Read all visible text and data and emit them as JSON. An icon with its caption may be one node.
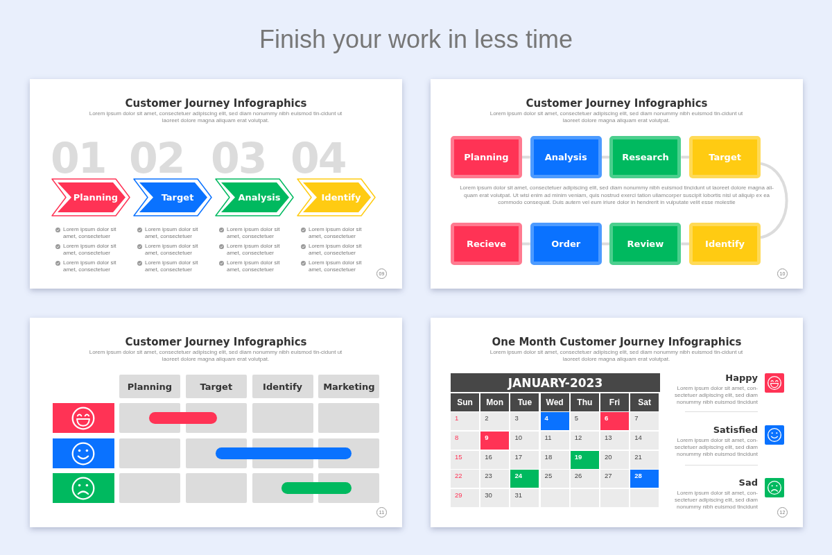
{
  "diagram": {
    "title": "Finish your work in less time",
    "nodes": [
      {
        "text": [
          "Customer Journey Infographics",
          "Lorem ipsum dolor sit amet, consectetuer adipiscing elit, sed diam nonummy nibh euismod tin-cidunt ut laoreet dolore magna aliquam erat volutpat."
        ]
      },
      {
        "text": [
          "Planning"
        ],
        "in": 0
      },
      {
        "text": [
          "Target"
        ],
        "in": 0
      },
      {
        "text": [
          "Analysis"
        ],
        "in": 0
      },
      {
        "text": [
          "Identify"
        ],
        "in": 0
      },
      {
        "text": [
          "Customer Journey Infographics",
          "Lorem ipsum dolor sit amet, consectetuer adipiscing elit, sed diam nonummy nibh euismod tin-cidunt ut laoreet dolore magna aliquam erat volutpat.",
          "Lorem ipsum dolor sit amet, consectetuer adipiscing elit, sed diam nonummy nibh euismod tincidunt ut laoreet dolore magna ali-quam erat volutpat. Ut wisi enim ad minim veniam, quis nostrud exerci tation ullamcorper suscipit lobortis nisl ut aliquip ex ea commodo consequat. Duis autem vel eum iriure dolor in hendrerit in vulputate velit esse molestie"
        ]
      },
      {
        "text": [
          "Planning"
        ],
        "in": 5
      },
      {
        "text": [
          "Analysis"
        ],
        "in": 5
      },
      {
        "text": [
          "Research"
        ],
        "in": 5
      },
      {
        "text": [
          "Target"
        ],
        "in": 5
      },
      {
        "text": [
          "Recieve"
        ],
        "in": 5
      },
      {
        "text": [
          "Order"
        ],
        "in": 5
      },
      {
        "text": [
          "Review"
        ],
        "in": 5
      },
      {
        "text": [
          "Identify"
        ],
        "in": 5
      },
      {
        "text": [
          "Customer Journey Infographics",
          "Lorem ipsum dolor sit amet, consectetuer adipiscing elit, sed diam nonummy nibh euismod tin-cidunt ut laoreet dolore magna aliquam erat volutpat."
        ]
      },
      {
        "text": [
          "Planning"
        ],
        "in": 14
      },
      {
        "text": [
          "Target"
        ],
        "in": 14
      },
      {
        "text": [
          "Identify"
        ],
        "in": 14
      },
      {
        "text": [
          "Marketing"
        ],
        "in": 14
      },
      {
        "text": [
          "One Month Customer Journey Infographics",
          "Lorem ipsum dolor sit amet, consectetuer adipiscing elit, sed diam nonummy nibh euismod tin-cidunt ut laoreet dolore magna aliquam erat volutpat."
        ]
      },
      {
        "text": [],
        "shape": "bar",
        "in": 14
      },
      {
        "text": [],
        "shape": "bar",
        "in": 14
      },
      {
        "text": [],
        "shape": "bar",
        "in": 14
      }
    ],
    "edges": [
      {
        "from": 6,
        "to": 7,
        "arrow": "none"
      },
      {
        "from": 7,
        "to": 8,
        "arrow": "none"
      },
      {
        "from": 8,
        "to": 9,
        "arrow": "none"
      },
      {
        "from": 9,
        "to": 13,
        "arrow": "none"
      },
      {
        "from": 13,
        "to": 12,
        "arrow": "none"
      },
      {
        "from": 12,
        "to": 11,
        "arrow": "none"
      },
      {
        "from": 11,
        "to": 10,
        "arrow": "none"
      }
    ],
    "labels": [
      "01",
      "02",
      "03",
      "04",
      "Lorem ipsum dolor sit amet, consectetuer",
      "Lorem ipsum dolor sit amet, consectetuer",
      "Lorem ipsum dolor sit amet, consectetuer",
      "Lorem ipsum dolor sit amet, consectetuer",
      "Lorem ipsum dolor sit amet, consectetuer",
      "Lorem ipsum dolor sit amet, consectetuer",
      "Lorem ipsum dolor sit amet, consectetuer",
      "Lorem ipsum dolor sit amet, consectetuer",
      "Lorem ipsum dolor sit amet, consectetuer",
      "Lorem ipsum dolor sit amet, consectetuer",
      "Lorem ipsum dolor sit amet, consectetuer",
      "Lorem ipsum dolor sit amet, consectetuer",
      "09",
      "10",
      "11",
      "JANUARY-2023",
      "Sun",
      "Mon",
      "Tue",
      "Wed",
      "Thu",
      "Fri",
      "Sat",
      "1",
      "2",
      "3",
      "4",
      "5",
      "6",
      "7",
      "8",
      "9",
      "10",
      "11",
      "12",
      "13",
      "14",
      "15",
      "16",
      "17",
      "18",
      "19",
      "20",
      "21",
      "22",
      "23",
      "24",
      "25",
      "26",
      "27",
      "28",
      "29",
      "30",
      "31",
      "Happy",
      "Lorem ipsum dolor sit amet, con-sectetuer adipiscing elit, sed diam nonummy nibh euismod tincidunt",
      "Satisfied",
      "Lorem ipsum dolor sit amet, con-sectetuer adipiscing elit, sed diam nonummy nibh euismod tincidunt",
      "Sad",
      "Lorem ipsum dolor sit amet, con-sectetuer adipiscing elit, sed diam nonummy nibh euismod tincidunt",
      "12"
    ]
  }
}
